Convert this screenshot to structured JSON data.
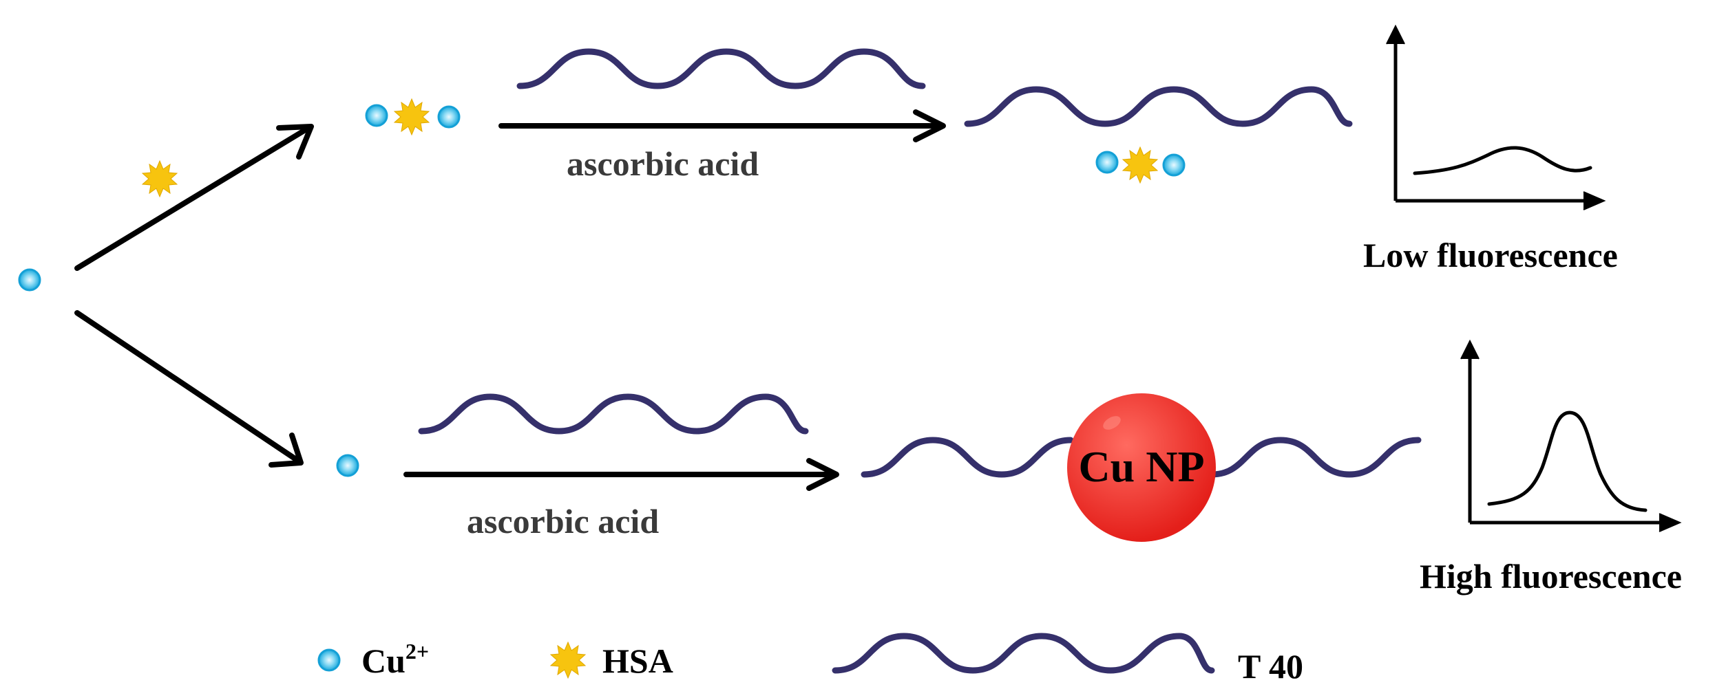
{
  "labels": {
    "top_reaction": "ascorbic acid",
    "bottom_reaction": "ascorbic acid",
    "low_result": "Low fluorescence",
    "high_result": "High fluorescence",
    "nanoparticle": "Cu NP"
  },
  "legend": {
    "cu_label": "Cu",
    "cu_charge": "2+",
    "hsa_label": "HSA",
    "dna_label": "T 40"
  },
  "colors": {
    "cu_ion": "#1fb8e6",
    "hsa": "#f7c40f",
    "dna": "#35306b",
    "nanoparticle": "#ee2a24",
    "arrow": "#000000"
  },
  "icons": [
    "cu-ion-icon",
    "hsa-icon",
    "dna-strand-icon",
    "nanoparticle-icon"
  ]
}
